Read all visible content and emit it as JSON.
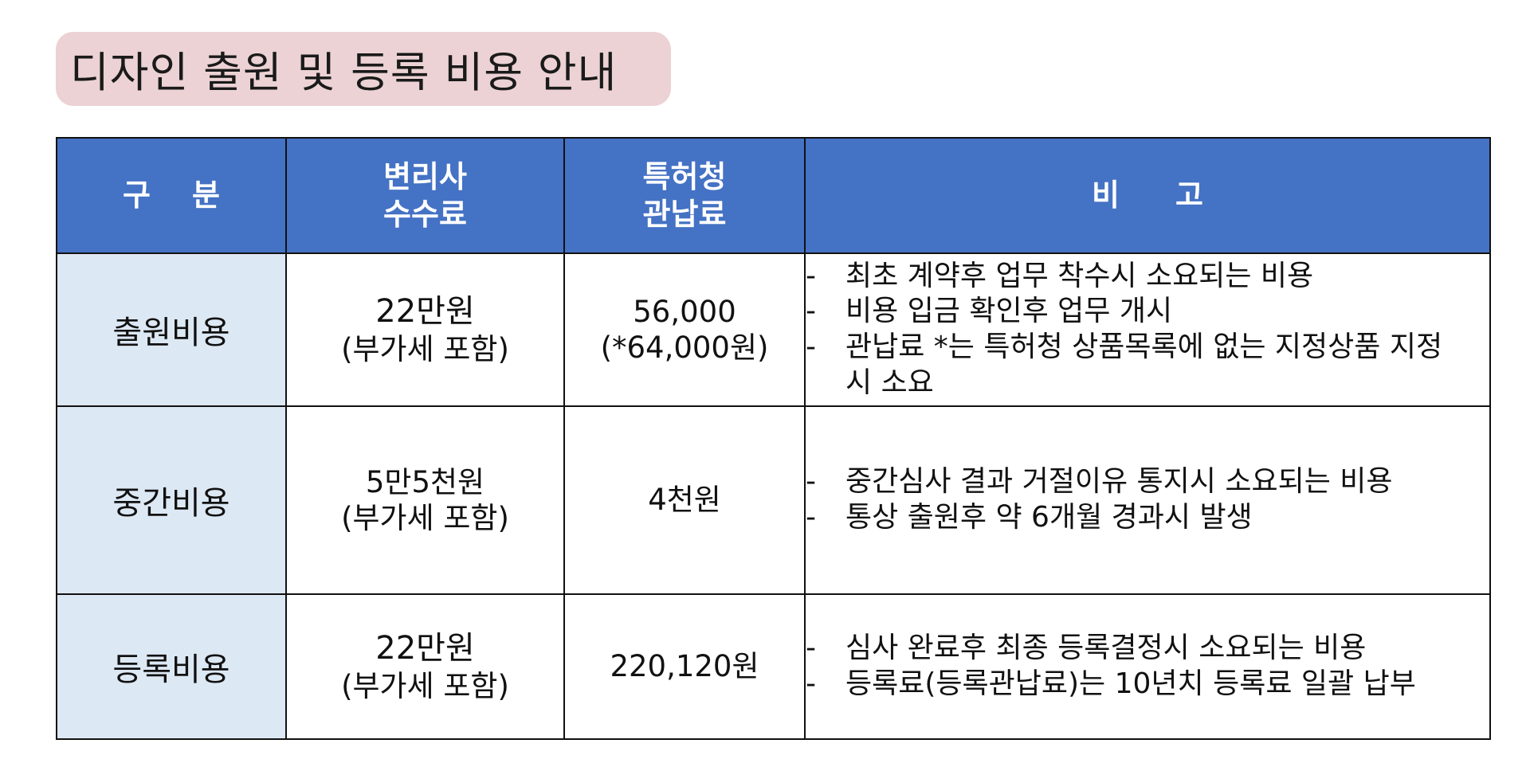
{
  "title": "디자인 출원 및 등록 비용 안내",
  "table": {
    "headers": {
      "category": [
        "구",
        "분"
      ],
      "attorney_fee": [
        "변리사",
        "수수료"
      ],
      "kipo_fee": [
        "특허청",
        "관납료"
      ],
      "remarks": [
        "비",
        "고"
      ]
    },
    "rows": [
      {
        "category": "출원비용",
        "attorney_fee": "22만원",
        "attorney_fee_note": "(부가세 포함)",
        "kipo_fee": "56,000",
        "kipo_fee_note": "(*64,000원)",
        "remarks": [
          "최초 계약후 업무 착수시 소요되는 비용",
          "비용 입금 확인후 업무 개시",
          "관납료 *는 특허청 상품목록에 없는 지정상품 지정시 소요"
        ]
      },
      {
        "category": "중간비용",
        "attorney_fee": "5만5천원",
        "attorney_fee_note": "(부가세 포함)",
        "kipo_fee": "4천원",
        "kipo_fee_note": "",
        "remarks": [
          "중간심사 결과 거절이유 통지시 소요되는 비용",
          "통상 출원후 약 6개월 경과시 발생"
        ]
      },
      {
        "category": "등록비용",
        "attorney_fee": "22만원",
        "attorney_fee_note": "(부가세 포함)",
        "kipo_fee": "220,120원",
        "kipo_fee_note": "",
        "remarks": [
          "심사 완료후 최종 등록결정시 소요되는 비용",
          "등록료(등록관납료)는 10년치 등록료 일괄 납부"
        ]
      }
    ],
    "dash": "-"
  },
  "colors": {
    "title_bg": "#ecd2d4",
    "header_bg": "#4472c4",
    "category_bg": "#dde8f5",
    "border": "#111111"
  }
}
